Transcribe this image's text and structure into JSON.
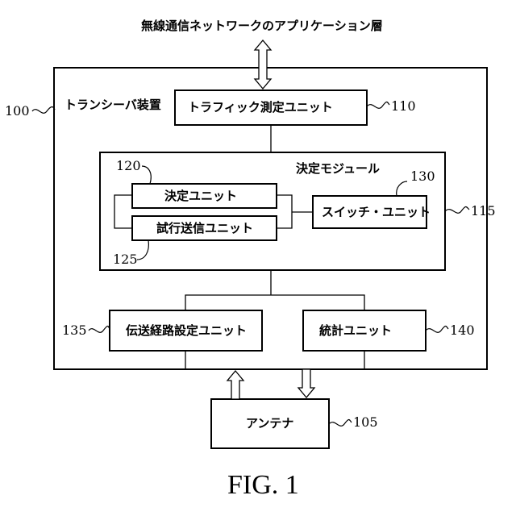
{
  "top_label": "無線通信ネットワークのアプリケーション層",
  "transceiver": {
    "ref": "100",
    "label": "トランシーバ装置"
  },
  "traffic_unit": {
    "ref": "110",
    "label": "トラフィック測定ユニット"
  },
  "decision_module": {
    "ref": "115",
    "label": "決定モジュール"
  },
  "decision_unit": {
    "ref": "120",
    "label": "決定ユニット"
  },
  "trial_unit": {
    "ref": "125",
    "label": "試行送信ユニット"
  },
  "switch_unit": {
    "ref": "130",
    "label": "スイッチ・ユニット"
  },
  "path_unit": {
    "ref": "135",
    "label": "伝送経路設定ユニット"
  },
  "stats_unit": {
    "ref": "140",
    "label": "統計ユニット"
  },
  "antenna": {
    "ref": "105",
    "label": "アンテナ"
  },
  "figure_caption": "FIG. 1"
}
